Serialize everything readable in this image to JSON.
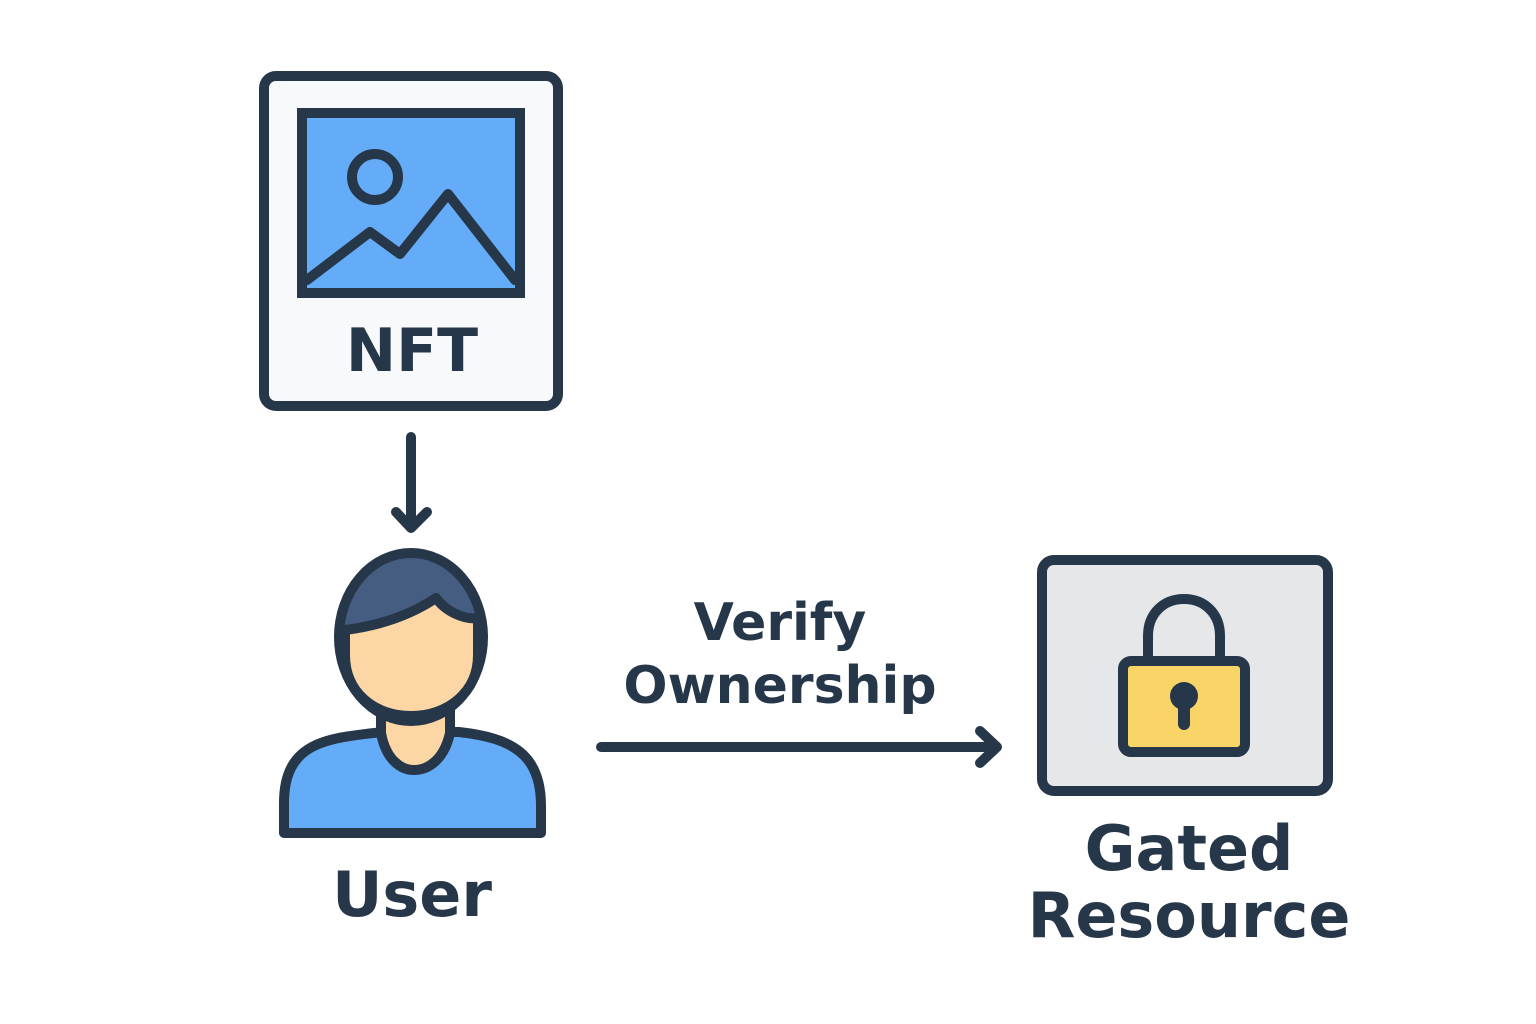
{
  "nodes": {
    "nft": {
      "label": "NFT",
      "icon": "image-icon"
    },
    "user": {
      "label": "User",
      "icon": "user-icon"
    },
    "resource": {
      "title_line1": "Gated",
      "title_line2": "Resource",
      "icon": "padlock-icon"
    }
  },
  "edges": {
    "verify": {
      "label_line1": "Verify",
      "label_line2": "Ownership"
    }
  },
  "colors": {
    "stroke": "#27374a",
    "card_fill": "#f8f9fa",
    "image_blue": "#64acf8",
    "hair": "#445d80",
    "skin": "#fcd7a5",
    "shirt": "#64acf8",
    "lock_panel": "#e6e7e9",
    "lock_body": "#f9d466"
  }
}
